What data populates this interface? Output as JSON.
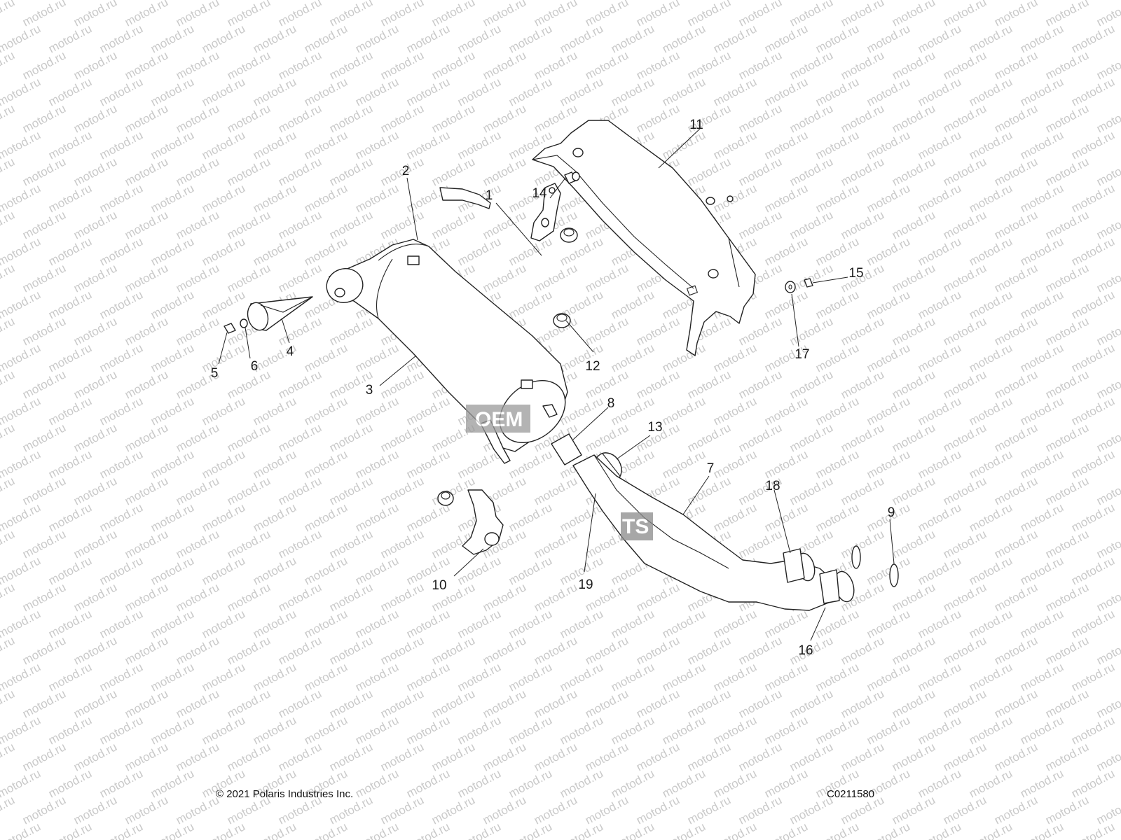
{
  "watermark": {
    "text": "motod.ru",
    "color": "#c9c9c9"
  },
  "overlay_badges": {
    "oem": "OEM",
    "ts": "TS"
  },
  "callouts": {
    "c1": "1",
    "c2": "2",
    "c3": "3",
    "c4": "4",
    "c5": "5",
    "c6": "6",
    "c7": "7",
    "c8": "8",
    "c9": "9",
    "c10": "10",
    "c11": "11",
    "c12": "12",
    "c13": "13",
    "c14": "14",
    "c15": "15",
    "c16": "16",
    "c17": "17",
    "c18": "18",
    "c19": "19"
  },
  "footer": {
    "copyright": "© 2021 Polaris Industries Inc.",
    "drawing_code": "C0211580"
  }
}
